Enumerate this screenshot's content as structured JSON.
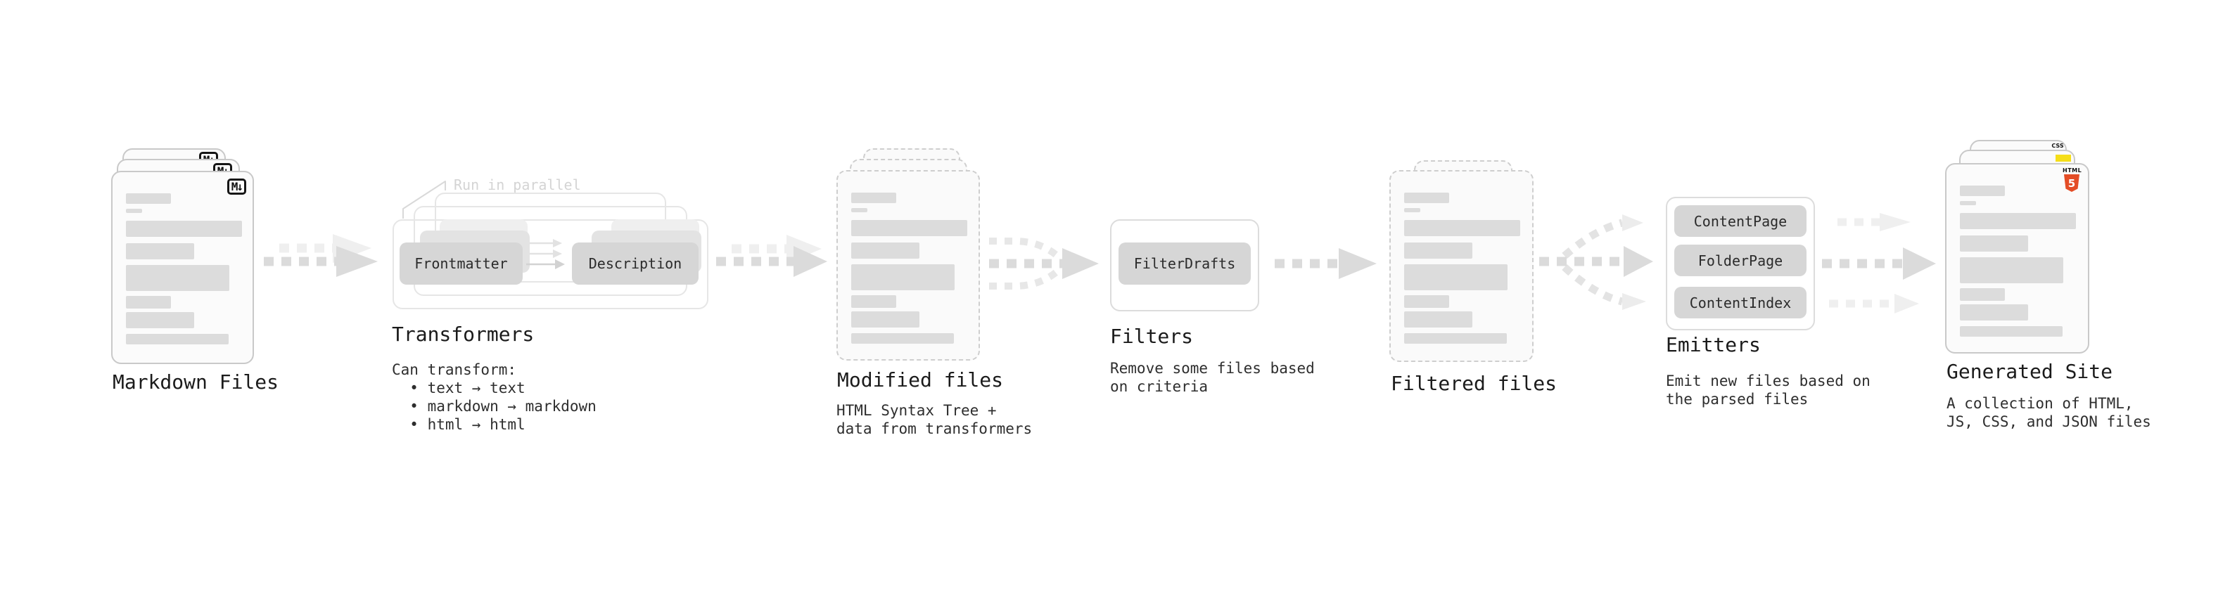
{
  "stages": {
    "markdown_files": {
      "label": "Markdown Files"
    },
    "transformers": {
      "label": "Transformers",
      "annotation": "Run in parallel",
      "steps": [
        "Frontmatter",
        "Description"
      ],
      "description": "Can transform:\n  • text → text\n  • markdown → markdown\n  • html → html"
    },
    "modified_files": {
      "label": "Modified files",
      "description": "HTML Syntax Tree +\ndata from transformers"
    },
    "filters": {
      "label": "Filters",
      "steps": [
        "FilterDrafts"
      ],
      "description": "Remove some files based\non criteria"
    },
    "filtered_files": {
      "label": "Filtered files"
    },
    "emitters": {
      "label": "Emitters",
      "steps": [
        "ContentPage",
        "FolderPage",
        "ContentIndex"
      ],
      "description": "Emit new files based on\nthe parsed files"
    },
    "generated_site": {
      "label": "Generated Site",
      "description": "A collection of HTML,\nJS, CSS, and JSON files"
    }
  },
  "icons": {
    "markdown_badge": "M↓",
    "html5_wordmark": "HTML",
    "html5_numeral": "5",
    "css_wordmark": "CSS"
  },
  "colors": {
    "html5_orange": "#e44d26",
    "js_yellow": "#f5de19",
    "css_blue": "#2062af",
    "card_border": "#c9c9c9",
    "placeholder_bar": "#dcdcdc",
    "arrow_gray": "#dbdbdb",
    "arrow_light": "#efefef",
    "annotation_gray": "#d4d4d4"
  }
}
